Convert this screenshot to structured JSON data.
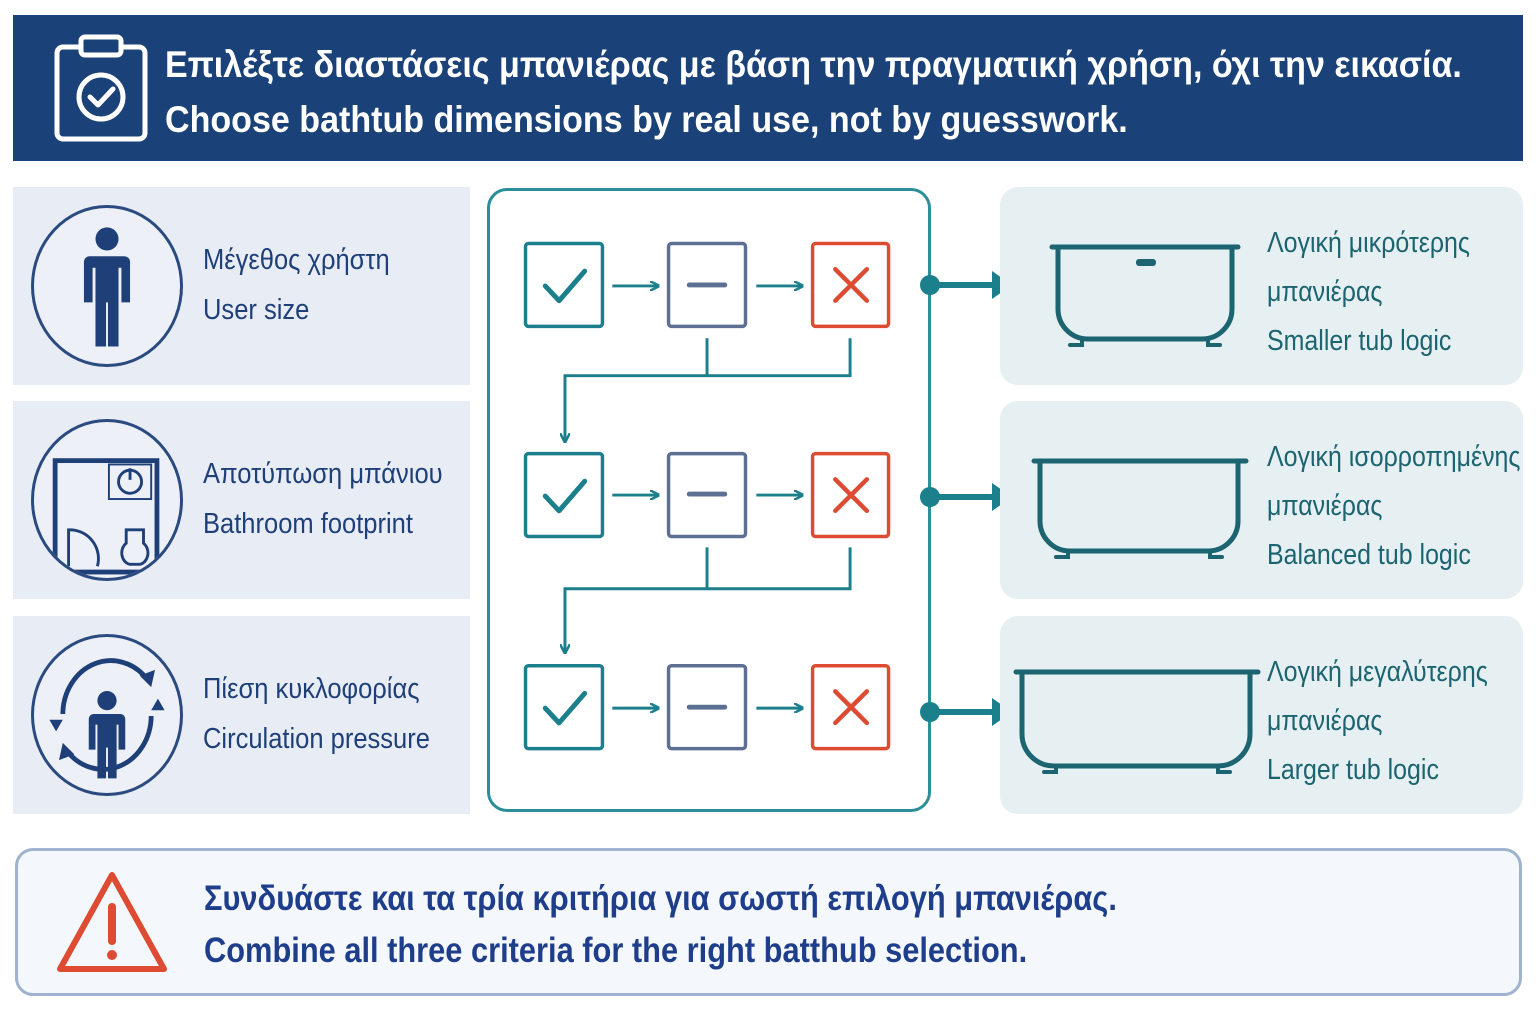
{
  "header": {
    "title_el": "Επιλέξτε διαστάσεις μπανιέρας με βάση την πραγματική χρήση, όχι την εικασία.",
    "title_en": "Choose bathtub dimensions by real use, not by guesswork.",
    "icon": "clipboard-check-icon"
  },
  "criteria": [
    {
      "label_el": "Μέγεθος χρήστη",
      "label_en": "User size",
      "icon": "person-icon"
    },
    {
      "label_el": "Αποτύπωση μπάνιου",
      "label_en": "Bathroom footprint",
      "icon": "floor-plan-icon"
    },
    {
      "label_el": "Πίεση κυκλοφορίας",
      "label_en": "Circulation pressure",
      "icon": "circulation-icon"
    }
  ],
  "flow": {
    "rows": [
      {
        "steps": [
          "check-icon",
          "dash-icon",
          "cross-icon"
        ]
      },
      {
        "steps": [
          "check-icon",
          "dash-icon",
          "cross-icon"
        ]
      },
      {
        "steps": [
          "check-icon",
          "dash-icon",
          "cross-icon"
        ]
      }
    ]
  },
  "outcomes": [
    {
      "line1": "Λογική μικρότερης",
      "line2": "μπανιέρας",
      "line3": "Smaller tub logic",
      "icon": "small-bathtub-icon"
    },
    {
      "line1": "Λογική ισορροπημένης",
      "line2": "μπανιέρας",
      "line3": "Balanced tub logic",
      "icon": "medium-bathtub-icon"
    },
    {
      "line1": "Λογική μεγαλύτερης",
      "line2": "μπανιέρας",
      "line3": "Larger tub logic",
      "icon": "large-bathtub-icon"
    }
  ],
  "footer": {
    "msg_el": "Συνδυάστε και τα τρία κριτήρια για σωστή επιλογή μπανιέρας.",
    "msg_en": "Combine all three criteria for the right batthub selection.",
    "icon": "warning-icon"
  },
  "colors": {
    "header_bg": "#1b4278",
    "navy": "#1f3f78",
    "teal": "#1b7f8c",
    "slate": "#5d7093",
    "red": "#dd4b33"
  }
}
